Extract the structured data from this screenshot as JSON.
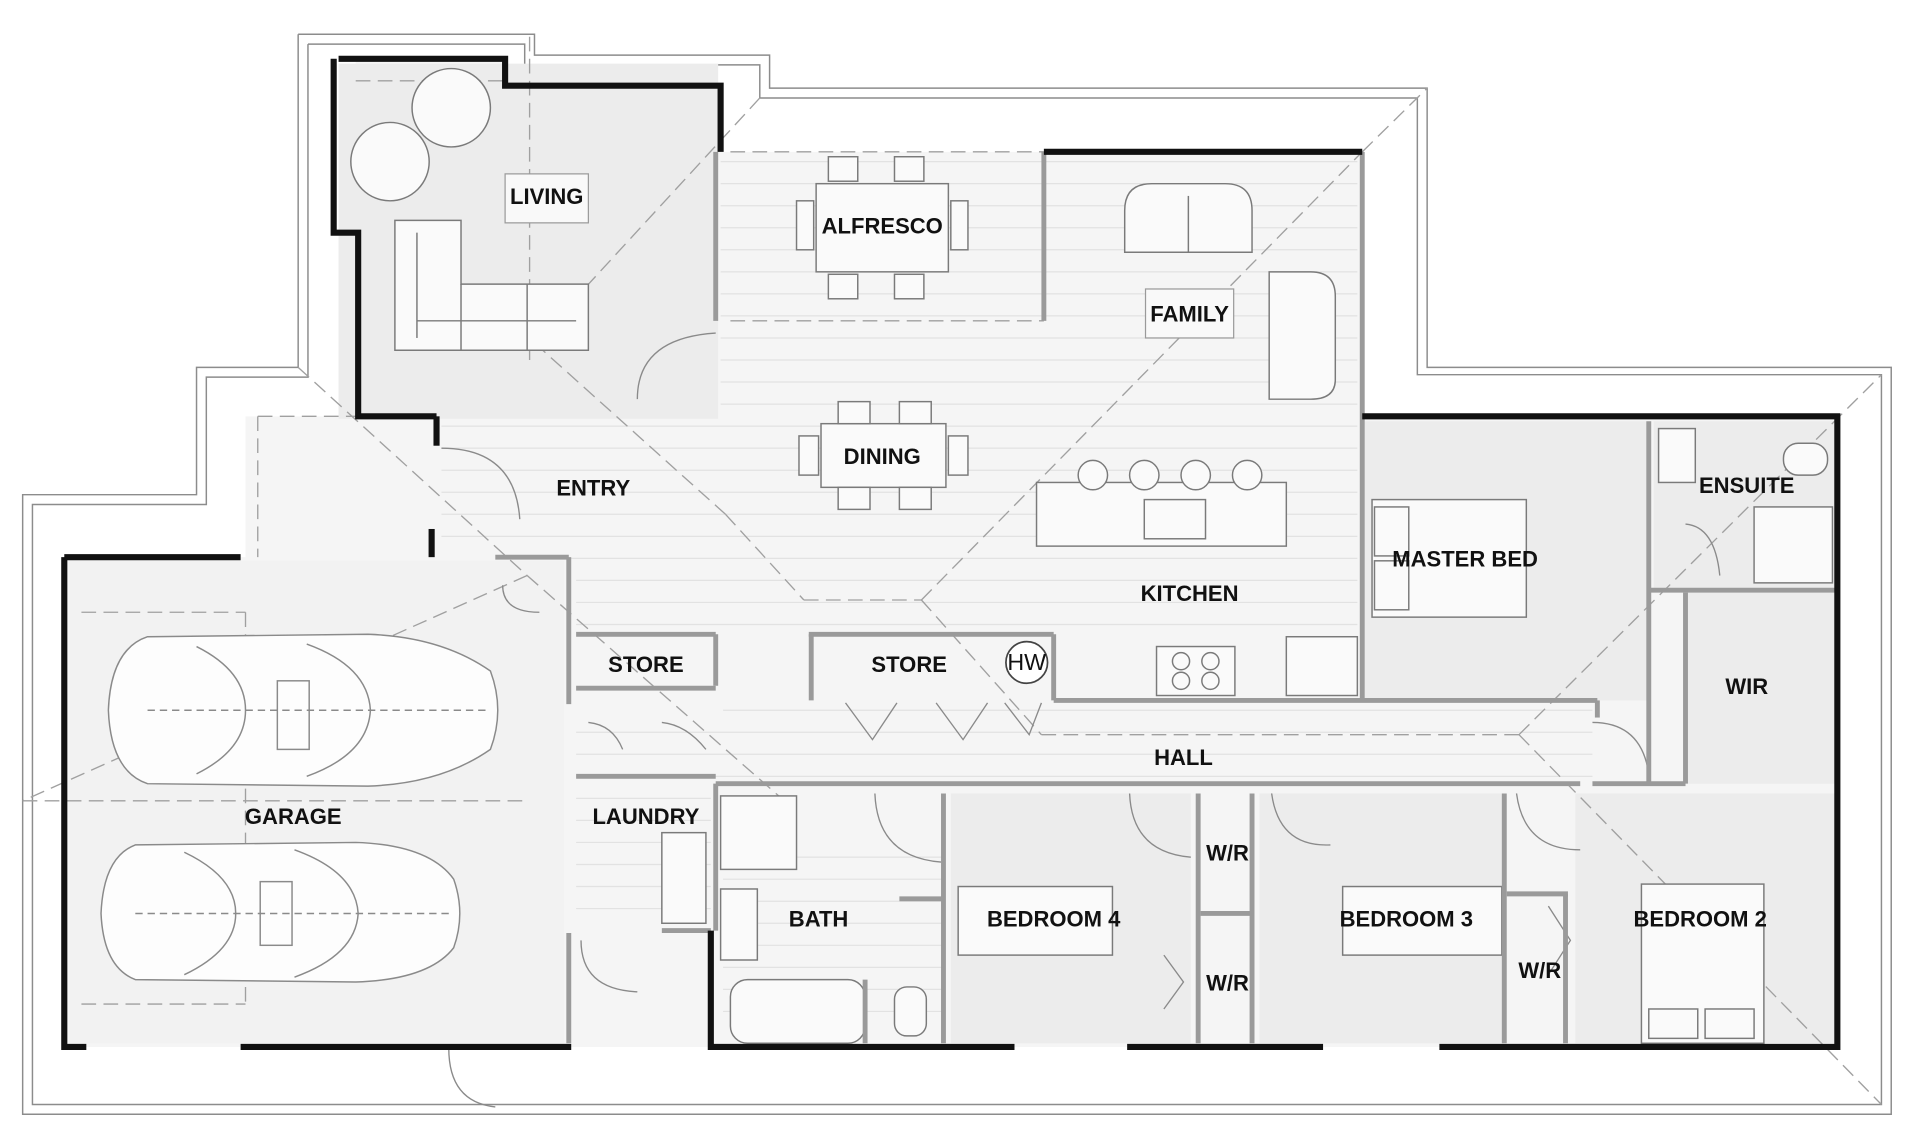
{
  "colors": {
    "background": "#ffffff",
    "floor": "#f5f5f5",
    "room_fill": "#ededed",
    "wall_dark": "#111111",
    "wall_gray": "#9a9a9a",
    "roof_line": "#8c8c8c",
    "dash_line": "#9a9a9a",
    "label_box": "#f9f9f9"
  },
  "rooms": {
    "living": "LIVING",
    "alfresco": "ALFRESCO",
    "family": "FAMILY",
    "dining": "DINING",
    "entry": "ENTRY",
    "kitchen": "KITCHEN",
    "master_bed": "MASTER BED",
    "ensuite": "ENSUITE",
    "wir": "WIR",
    "store_1": "STORE",
    "store_2": "STORE",
    "hw": "HW",
    "hall": "HALL",
    "garage": "GARAGE",
    "laundry": "LAUNDRY",
    "bath": "BATH",
    "bedroom_4": "BEDROOM 4",
    "bedroom_3": "BEDROOM 3",
    "bedroom_2": "BEDROOM 2",
    "wr_1": "W/R",
    "wr_2": "W/R",
    "wr_3": "W/R"
  }
}
